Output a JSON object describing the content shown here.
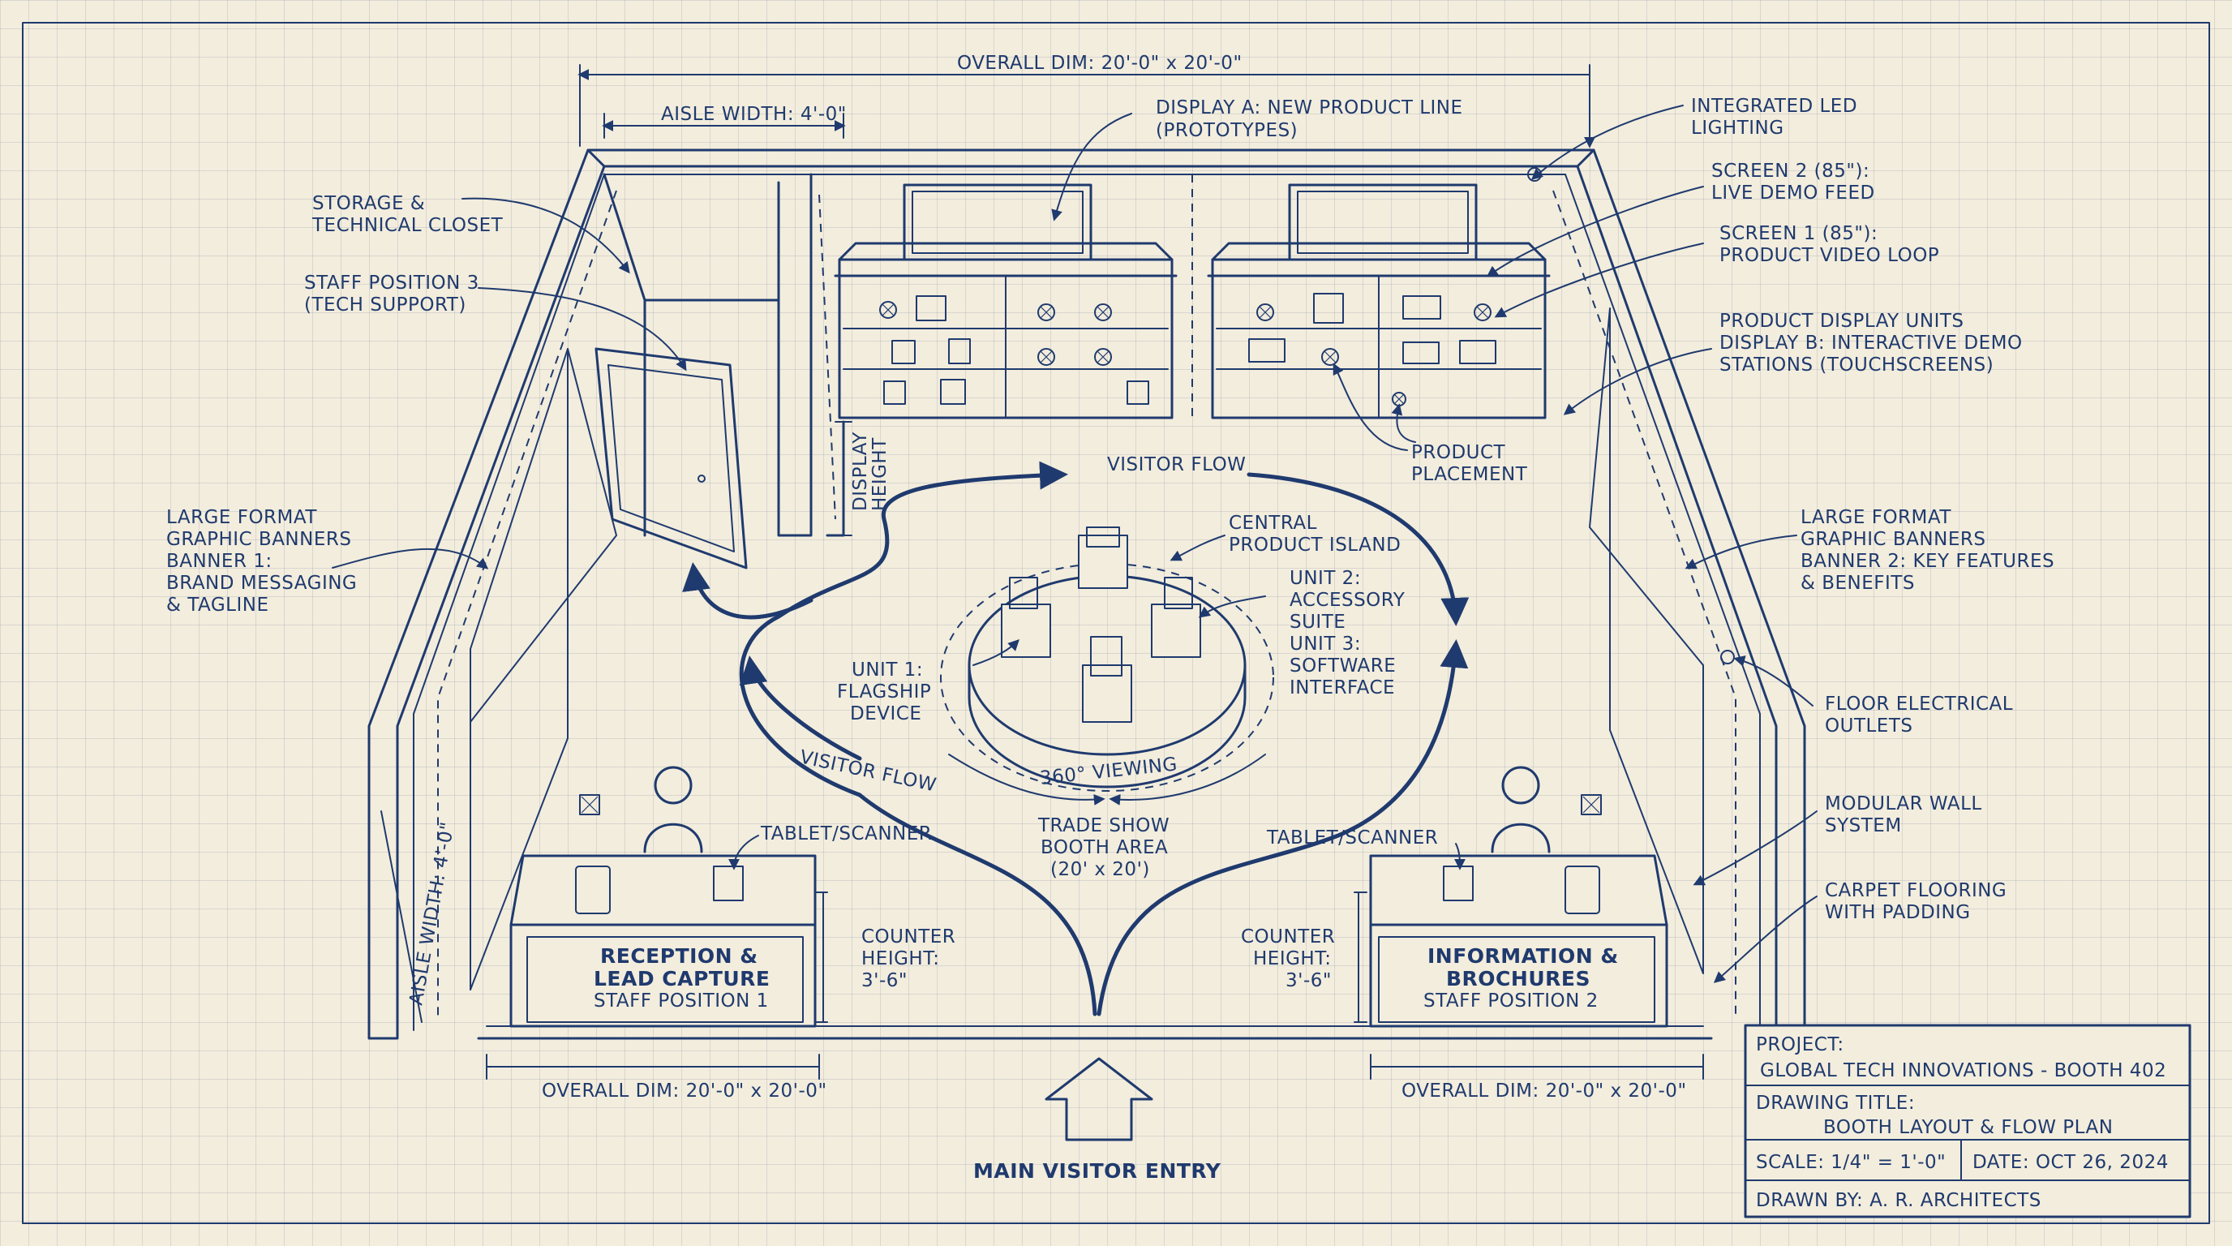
{
  "dimensions": {
    "overall_top": "OVERALL DIM: 20'-0\" x 20'-0\"",
    "aisle_width": "AISLE WIDTH: 4'-0\"",
    "aisle_width_side": "AISLE WIDTH: 4'-0\"",
    "display_height": [
      "DISPLAY",
      "HEIGHT"
    ],
    "overall_bottom_left": "OVERALL DIM: 20'-0\" x 20'-0\"",
    "overall_bottom_right": "OVERALL DIM: 20'-0\" x 20'-0\""
  },
  "callouts": {
    "storage": [
      "STORAGE &",
      "TECHNICAL CLOSET"
    ],
    "staff3": [
      "STAFF POSITION 3",
      "(TECH SUPPORT)"
    ],
    "banner1": [
      "LARGE FORMAT",
      "GRAPHIC BANNERS",
      "BANNER 1:",
      "BRAND MESSAGING",
      "& TAGLINE"
    ],
    "display_a": [
      "DISPLAY A: NEW PRODUCT LINE",
      "(PROTOTYPES)"
    ],
    "led": [
      "INTEGRATED LED",
      "LIGHTING"
    ],
    "screen2": [
      "SCREEN 2 (85\"):",
      "LIVE DEMO FEED"
    ],
    "screen1": [
      "SCREEN 1 (85\"):",
      "PRODUCT VIDEO LOOP"
    ],
    "display_b": [
      "PRODUCT DISPLAY UNITS",
      "DISPLAY B: INTERACTIVE DEMO",
      "STATIONS (TOUCHSCREENS)"
    ],
    "placement": [
      "PRODUCT",
      "PLACEMENT"
    ],
    "banner2": [
      "LARGE FORMAT",
      "GRAPHIC BANNERS",
      "BANNER 2: KEY FEATURES",
      "& BENEFITS"
    ],
    "outlets": [
      "FLOOR ELECTRICAL",
      "OUTLETS"
    ],
    "modular": [
      "MODULAR WALL",
      "SYSTEM"
    ],
    "carpet": [
      "CARPET FLOORING",
      "WITH PADDING"
    ],
    "visitor_flow_top": "VISITOR FLOW",
    "visitor_flow_left": "VISITOR FLOW",
    "central_island": [
      "CENTRAL",
      "PRODUCT ISLAND"
    ],
    "unit23": [
      "UNIT 2:",
      "ACCESSORY",
      "SUITE",
      "UNIT 3:",
      "SOFTWARE",
      "INTERFACE"
    ],
    "unit1": [
      "UNIT 1:",
      "FLAGSHIP",
      "DEVICE"
    ],
    "viewing": "360° VIEWING",
    "booth_area": [
      "TRADE SHOW",
      "BOOTH AREA",
      "(20' x 20')"
    ],
    "tablet_left": "TABLET/SCANNER",
    "tablet_right": "TABLET/SCANNER",
    "counter_left": [
      "COUNTER",
      "HEIGHT:",
      "3'-6\""
    ],
    "counter_right": [
      "COUNTER",
      "HEIGHT:",
      "3'-6\""
    ],
    "reception": [
      "RECEPTION &",
      "LEAD CAPTURE",
      "STAFF POSITION 1"
    ],
    "information": [
      "INFORMATION &",
      "BROCHURES",
      "STAFF POSITION 2"
    ],
    "entry": "MAIN VISITOR ENTRY"
  },
  "title_block": {
    "project_label": "PROJECT:",
    "project_value": "GLOBAL TECH INNOVATIONS - BOOTH 402",
    "drawing_label": "DRAWING TITLE:",
    "drawing_value": "BOOTH LAYOUT & FLOW PLAN",
    "scale": "SCALE: 1/4\" = 1'-0\"",
    "date": "DATE: OCT 26, 2024",
    "drawn_by": "DRAWN BY: A. R. ARCHITECTS"
  },
  "colors": {
    "ink": "#1f3a6e",
    "paper": "#f3eddd"
  }
}
